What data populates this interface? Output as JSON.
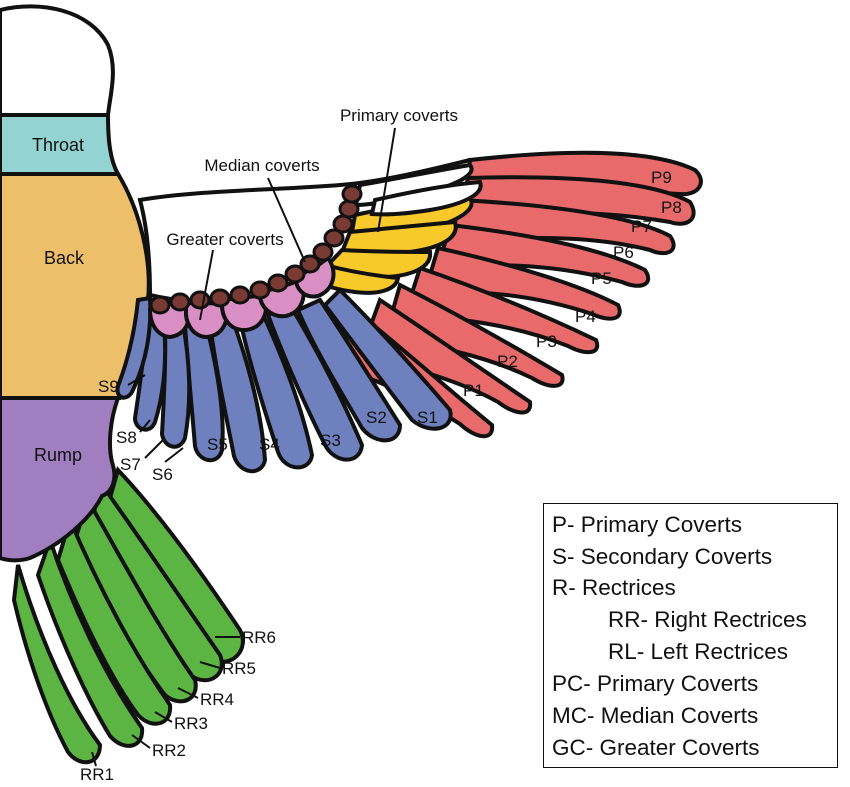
{
  "colors": {
    "outline": "#111111",
    "head": "#ffffff",
    "throat": "#93d4d2",
    "back": "#eebf6a",
    "rump": "#a07ec0",
    "rectrices": "#5cb543",
    "secondaries": "#6f80bf",
    "primaries": "#e96a6a",
    "primary_coverts": "#f7c92a",
    "greater_coverts": "#d98fc4",
    "median_coverts": "#7a3a34"
  },
  "body_labels": {
    "throat": "Throat",
    "back": "Back",
    "rump": "Rump"
  },
  "callouts": {
    "primary_coverts": "Primary coverts",
    "median_coverts": "Median coverts",
    "greater_coverts": "Greater coverts"
  },
  "primaries": [
    "P9",
    "P8",
    "P7",
    "P6",
    "P5",
    "P4",
    "P3",
    "P2",
    "P1"
  ],
  "secondaries": [
    "S1",
    "S2",
    "S3",
    "S4",
    "S5",
    "S6",
    "S7",
    "S8",
    "S9"
  ],
  "rectrices": [
    "RR6",
    "RR5",
    "RR4",
    "RR3",
    "RR2",
    "RR1"
  ],
  "legend": [
    {
      "text": "P- Primary Coverts",
      "indent": false
    },
    {
      "text": "S- Secondary Coverts",
      "indent": false
    },
    {
      "text": "R- Rectrices",
      "indent": false
    },
    {
      "text": "RR- Right Rectrices",
      "indent": true
    },
    {
      "text": "RL- Left Rectrices",
      "indent": true
    },
    {
      "text": "PC- Primary Coverts",
      "indent": false
    },
    {
      "text": "MC- Median Coverts",
      "indent": false
    },
    {
      "text": "GC- Greater Coverts",
      "indent": false
    }
  ]
}
